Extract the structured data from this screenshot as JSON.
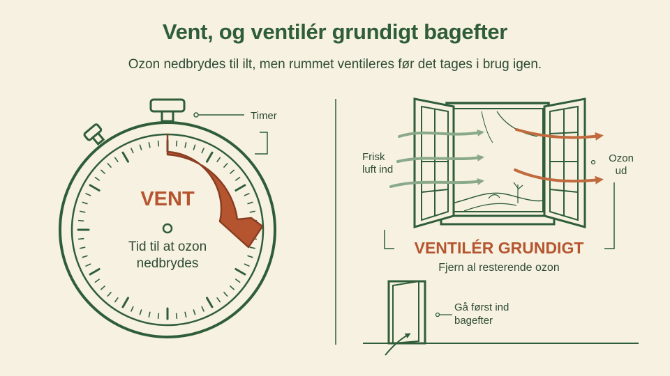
{
  "header": {
    "title": "Vent, og ventilér grundigt bagefter",
    "subtitle": "Ozon nedbrydes til ilt, men rummet ventileres før det tages i brug igen."
  },
  "timer": {
    "callout_label": "Timer",
    "heading": "VENT",
    "caption_line1": "Tid til at ozon",
    "caption_line2": "nedbrydes"
  },
  "window": {
    "fresh_air_line1": "Frisk",
    "fresh_air_line2": "luft ind",
    "ozone_out_line1": "Ozon",
    "ozone_out_line2": "ud",
    "heading": "VENTILÉR GRUNDIGT",
    "caption": "Fjern al resterende ozon"
  },
  "door": {
    "caption_line1": "Gå først ind",
    "caption_line2": "bagefter"
  },
  "colors": {
    "green": "#2f5d3a",
    "rust": "#b55530",
    "background": "#f6f1e0",
    "air_green": "#8aa98a"
  }
}
